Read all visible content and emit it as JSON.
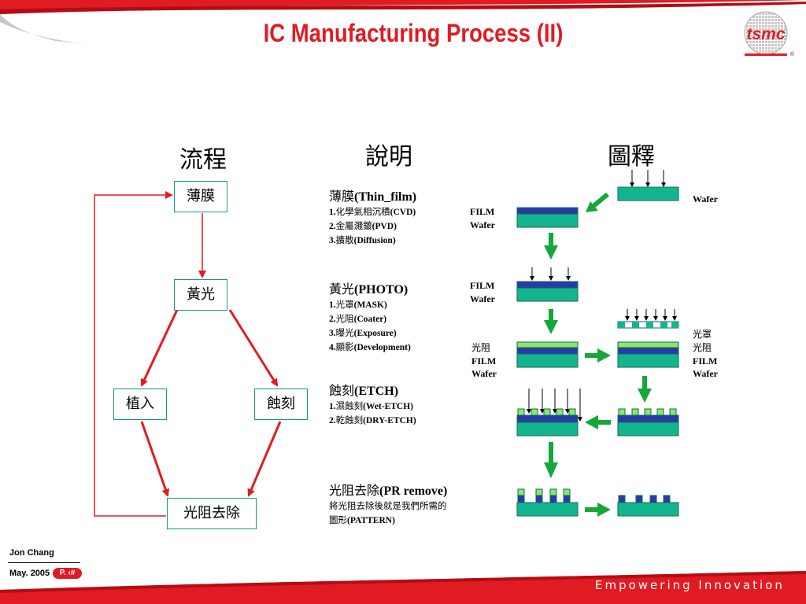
{
  "header": {
    "title": "IC Manufacturing Process (II)",
    "logo_text": "tsmc",
    "logo_mark": "®"
  },
  "columns": {
    "flow": "流程",
    "description": "說明",
    "illustration": "圖釋"
  },
  "flow": {
    "thin_film": "薄膜",
    "photo": "黃光",
    "implant": "植入",
    "etch": "蝕刻",
    "pr_remove": "光阻去除"
  },
  "descriptions": {
    "thin_film": {
      "head_cjk": "薄膜",
      "head_en": "(Thin_film)",
      "items": [
        {
          "num": "1.",
          "cjk": "化學氣相沉積",
          "en": "(CVD)"
        },
        {
          "num": "2.",
          "cjk": "金屬濺鍍",
          "en": "(PVD)"
        },
        {
          "num": "3.",
          "cjk": "擴散",
          "en": "(Diffusion)"
        }
      ]
    },
    "photo": {
      "head_cjk": "黃光",
      "head_en": "(PHOTO)",
      "items": [
        {
          "num": "1.",
          "cjk": "光罩",
          "en": "(MASK)"
        },
        {
          "num": "2.",
          "cjk": "光阻",
          "en": "(Coater)"
        },
        {
          "num": "3.",
          "cjk": "曝光",
          "en": "(Exposure)"
        },
        {
          "num": "4.",
          "cjk": "顯影",
          "en": "(Development)"
        }
      ]
    },
    "etch": {
      "head_cjk": "蝕刻",
      "head_en": "(ETCH)",
      "items": [
        {
          "num": "1.",
          "cjk": "濕蝕刻",
          "en": "(Wet-ETCH)"
        },
        {
          "num": "2.",
          "cjk": "乾蝕刻",
          "en": "(DRY-ETCH)"
        }
      ]
    },
    "pr_remove": {
      "head_cjk": "光阻去除",
      "head_en": "(PR remove)",
      "sub_line1": "將光阻去除後就是我們所需的",
      "sub_line2_cjk": "圖形",
      "sub_line2_en": "(PATTERN)"
    }
  },
  "labels": {
    "wafer": "Wafer",
    "film": "FILM",
    "photoresist": "光阻",
    "mask": "光罩"
  },
  "footer": {
    "author": "Jon Chang",
    "date": "May. 2005",
    "page": "P. ‹#",
    "tagline": "Empowering Innovation"
  },
  "colors": {
    "accent_red": "#e11b22",
    "film_blue": "#2b3aa8",
    "wafer_teal": "#14b48e",
    "photoresist_green": "#8ce86a",
    "arrow_green": "#14a83a",
    "flow_box_border": "#109a83"
  }
}
